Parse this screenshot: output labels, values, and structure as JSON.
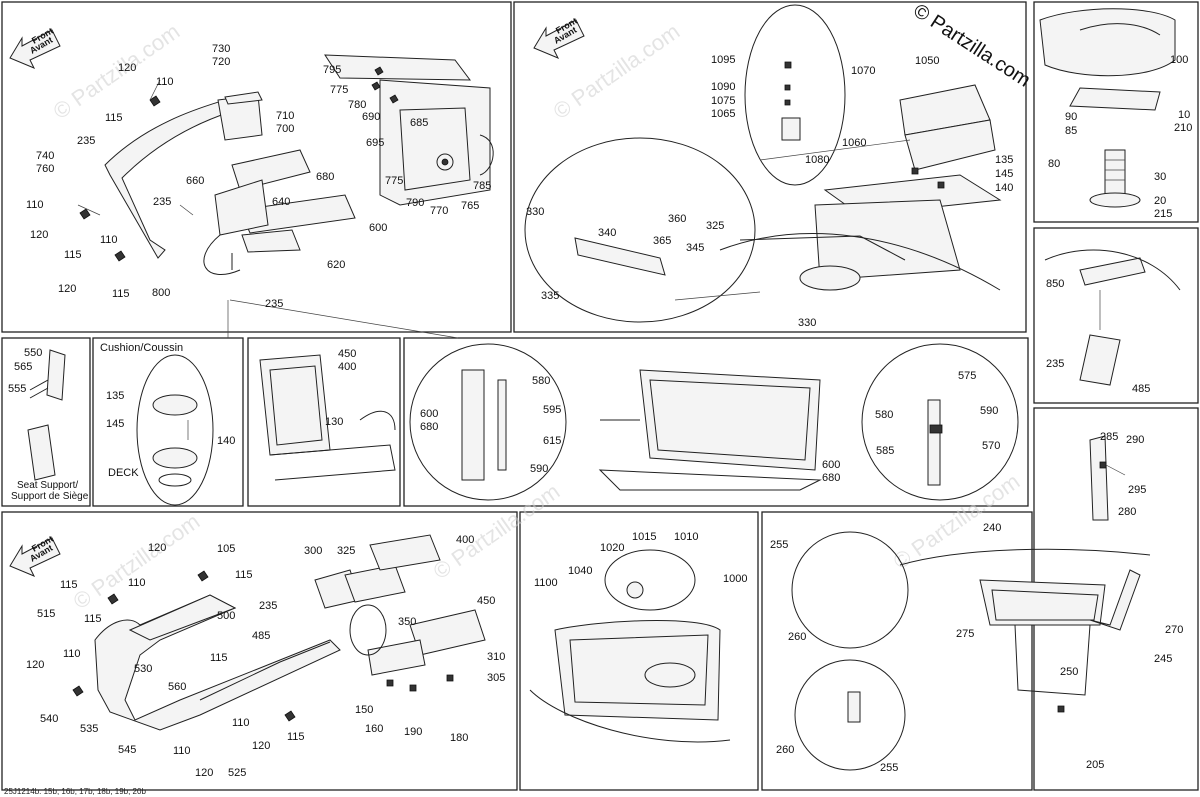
{
  "brand": "© Partzilla.com",
  "watermark": "© Partzilla.com",
  "footer": "25J1214b: 15b, 16b, 17b, 18b, 19b, 20b",
  "front_arrow": {
    "line1": "Front",
    "line2": "Avant"
  },
  "captions": {
    "cushion": "Cushion/Coussin",
    "deck": "DECK",
    "seat_support_1": "Seat Support/",
    "seat_support_2": "Support de Siège"
  },
  "labels": {
    "p1": [
      "730",
      "720",
      "120",
      "110",
      "115",
      "235",
      "740",
      "760",
      "710",
      "700",
      "660",
      "680",
      "235",
      "640",
      "600",
      "620",
      "110",
      "120",
      "115",
      "110",
      "120",
      "115",
      "800",
      "235"
    ],
    "p2": [
      "795",
      "775",
      "780",
      "690",
      "685",
      "695",
      "775",
      "790",
      "770",
      "765",
      "785"
    ],
    "p3": [
      "1095",
      "1070",
      "1090",
      "1075",
      "1065",
      "1060",
      "1080",
      "1050",
      "135",
      "145",
      "140",
      "330",
      "360",
      "325",
      "340",
      "365",
      "345",
      "335",
      "330"
    ],
    "p4": [
      "100",
      "90",
      "85",
      "10",
      "210",
      "80",
      "30",
      "20",
      "215"
    ],
    "p5": [
      "850",
      "235",
      "485"
    ],
    "p6": [
      "550",
      "565",
      "555"
    ],
    "p7": [
      "135",
      "145",
      "140"
    ],
    "p8": [
      "450",
      "400",
      "130"
    ],
    "p9": [
      "580",
      "595",
      "615",
      "590",
      "600",
      "680",
      "600",
      "680",
      "575",
      "580",
      "590",
      "585",
      "570"
    ],
    "p10": [
      "285",
      "290",
      "295",
      "280"
    ],
    "p11": [
      "120",
      "105",
      "115",
      "110",
      "115",
      "500",
      "515",
      "115",
      "110",
      "530",
      "120",
      "540",
      "535",
      "545",
      "560",
      "115",
      "110",
      "120",
      "115",
      "110",
      "120",
      "525",
      "485",
      "235"
    ],
    "p12": [
      "300",
      "325",
      "400",
      "350",
      "450",
      "310",
      "305",
      "150",
      "160",
      "190",
      "180"
    ],
    "p13": [
      "1020",
      "1015",
      "1010",
      "1040",
      "1100",
      "1000"
    ],
    "p14": [
      "255",
      "240",
      "260",
      "275",
      "270",
      "250",
      "245",
      "260",
      "255",
      "205"
    ]
  }
}
